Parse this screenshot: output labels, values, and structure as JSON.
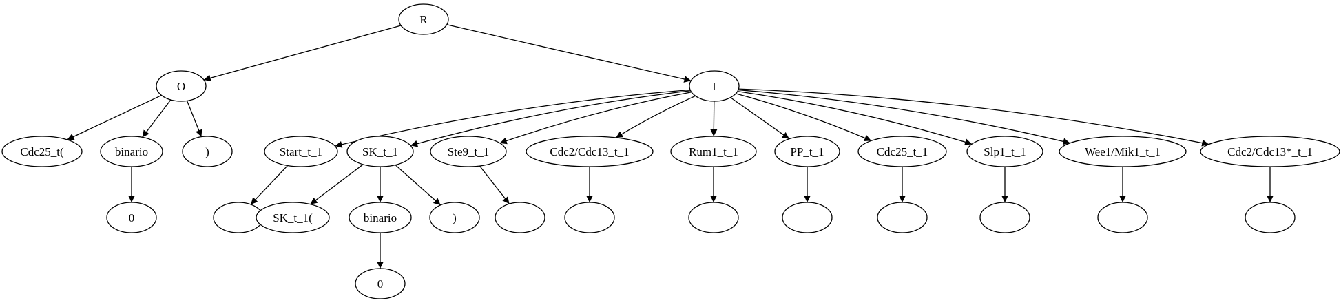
{
  "diagram": {
    "nodes": [
      {
        "id": "R",
        "label": "R"
      },
      {
        "id": "O",
        "label": "O"
      },
      {
        "id": "I",
        "label": "I"
      },
      {
        "id": "o_cdc25",
        "label": "Cdc25_t("
      },
      {
        "id": "o_bin",
        "label": "binario"
      },
      {
        "id": "o_paren",
        "label": ")"
      },
      {
        "id": "o_zero",
        "label": "0"
      },
      {
        "id": "start",
        "label": "Start_t_1"
      },
      {
        "id": "sk",
        "label": "SK_t_1"
      },
      {
        "id": "ste9",
        "label": "Ste9_t_1"
      },
      {
        "id": "cdc2a",
        "label": "Cdc2/Cdc13_t_1"
      },
      {
        "id": "rum1",
        "label": "Rum1_t_1"
      },
      {
        "id": "pp",
        "label": "PP_t_1"
      },
      {
        "id": "cdc25",
        "label": "Cdc25_t_1"
      },
      {
        "id": "slp1",
        "label": "Slp1_t_1"
      },
      {
        "id": "wee1",
        "label": "Wee1/Mik1_t_1"
      },
      {
        "id": "cdc2b",
        "label": "Cdc2/Cdc13*_t_1"
      },
      {
        "id": "start_c",
        "label": ""
      },
      {
        "id": "sk_open",
        "label": "SK_t_1("
      },
      {
        "id": "sk_bin",
        "label": "binario"
      },
      {
        "id": "sk_paren",
        "label": ")"
      },
      {
        "id": "sk_zero",
        "label": "0"
      },
      {
        "id": "ste9_c",
        "label": ""
      },
      {
        "id": "cdc2a_c",
        "label": ""
      },
      {
        "id": "rum1_c",
        "label": ""
      },
      {
        "id": "pp_c",
        "label": ""
      },
      {
        "id": "cdc25_c",
        "label": ""
      },
      {
        "id": "slp1_c",
        "label": ""
      },
      {
        "id": "wee1_c",
        "label": ""
      },
      {
        "id": "cdc2b_c",
        "label": ""
      }
    ],
    "edges": [
      [
        "R",
        "O"
      ],
      [
        "R",
        "I"
      ],
      [
        "O",
        "o_cdc25"
      ],
      [
        "O",
        "o_bin"
      ],
      [
        "O",
        "o_paren"
      ],
      [
        "o_bin",
        "o_zero"
      ],
      [
        "I",
        "start"
      ],
      [
        "I",
        "sk"
      ],
      [
        "I",
        "ste9"
      ],
      [
        "I",
        "cdc2a"
      ],
      [
        "I",
        "rum1"
      ],
      [
        "I",
        "pp"
      ],
      [
        "I",
        "cdc25"
      ],
      [
        "I",
        "slp1"
      ],
      [
        "I",
        "wee1"
      ],
      [
        "I",
        "cdc2b"
      ],
      [
        "start",
        "start_c"
      ],
      [
        "sk",
        "sk_open"
      ],
      [
        "sk",
        "sk_bin"
      ],
      [
        "sk",
        "sk_paren"
      ],
      [
        "sk_bin",
        "sk_zero"
      ],
      [
        "ste9",
        "ste9_c"
      ],
      [
        "cdc2a",
        "cdc2a_c"
      ],
      [
        "rum1",
        "rum1_c"
      ],
      [
        "pp",
        "pp_c"
      ],
      [
        "cdc25",
        "cdc25_c"
      ],
      [
        "slp1",
        "slp1_c"
      ],
      [
        "wee1",
        "wee1_c"
      ],
      [
        "cdc2b",
        "cdc2b_c"
      ]
    ]
  }
}
